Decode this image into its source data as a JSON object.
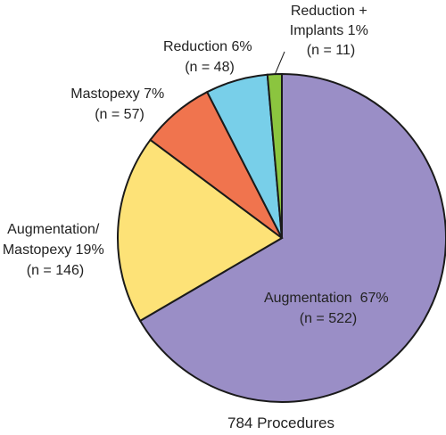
{
  "chart_data": {
    "type": "pie",
    "total_label": "784 Procedures",
    "total": 784,
    "slices": [
      {
        "name": "Augmentation",
        "percent": "67%",
        "n": 522,
        "color": "#9a8ec6",
        "lines": [
          "Augmentation  67%",
          "(n = 522)"
        ]
      },
      {
        "name": "Augmentation/ Mastopexy",
        "percent": "19%",
        "n": 146,
        "color": "#fde277",
        "lines": [
          "Augmentation/",
          "Mastopexy 19%",
          "(n = 146)"
        ]
      },
      {
        "name": "Mastopexy",
        "percent": "7%",
        "n": 57,
        "color": "#f0744e",
        "lines": [
          "Mastopexy 7%",
          "(n = 57)"
        ]
      },
      {
        "name": "Reduction",
        "percent": "6%",
        "n": 48,
        "color": "#78cfe9",
        "lines": [
          "Reduction 6%",
          "(n = 48)"
        ]
      },
      {
        "name": "Reduction + Implants",
        "percent": "1%",
        "n": 11,
        "color": "#8bc53f",
        "lines": [
          "Reduction +",
          "Implants 1%",
          "(n = 11)"
        ]
      }
    ]
  }
}
